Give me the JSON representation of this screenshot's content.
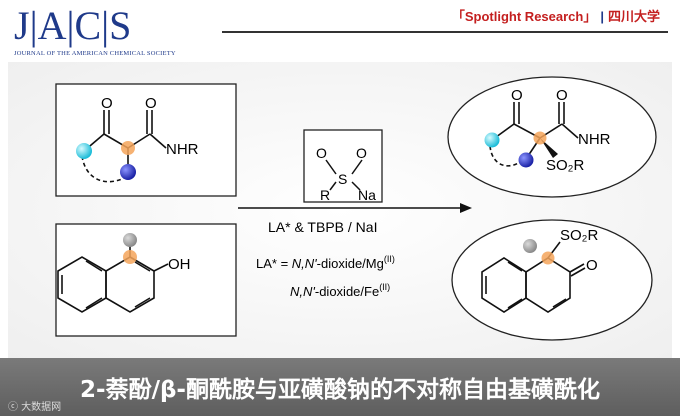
{
  "header": {
    "logo_text": "J|A|C|S",
    "journal_name": "JOURNAL OF THE AMERICAN CHEMICAL SOCIETY",
    "spotlight": "「Spotlight Research」",
    "separator": "|",
    "university": "四川大学"
  },
  "scheme": {
    "reagent_na": "Na",
    "reagent_r": "R",
    "reagent_s": "S",
    "reagent_o": "O",
    "substrate1_amide": "NHR",
    "substrate1_o": "O",
    "substrate2_oh": "OH",
    "arrow_label": "LA* & TBPB / NaI",
    "ligand_line1_prefix": "LA* = ",
    "ligand_line1_italic": "N,N'",
    "ligand_line1_rest": "-dioxide/Mg",
    "ligand_line1_ox": "(II)",
    "ligand_line2_italic": "N,N'",
    "ligand_line2_rest": "-dioxide/Fe",
    "ligand_line2_ox": "(II)",
    "product1_amide": "NHR",
    "product1_o": "O",
    "product1_so2r": "SO₂R",
    "product2_so2r": "SO₂R",
    "product2_o": "O"
  },
  "footer": {
    "caption": "2-萘酚/β-酮酰胺与亚磺酸钠的不对称自由基磺酰化",
    "watermark": "ⓒ 大数据网"
  },
  "colors": {
    "journal_blue": "#1f3a8a",
    "spotlight_red": "#c41f1f",
    "atom_cyan": "#3fd5e8",
    "atom_blue": "#2f3cc4",
    "atom_gray": "#9a9a9a",
    "atom_orange": "#f5a45a"
  }
}
